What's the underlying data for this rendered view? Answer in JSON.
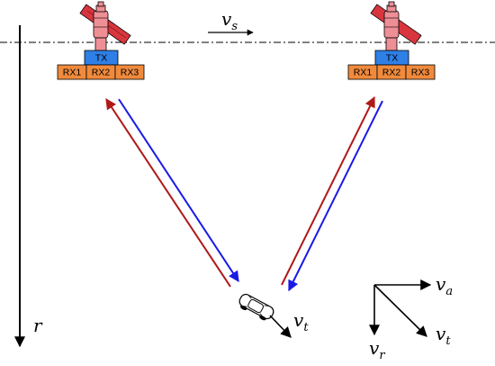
{
  "velocity_labels": {
    "satellite": {
      "symbol": "v",
      "subscript": "s"
    },
    "target": {
      "symbol": "v",
      "subscript": "t"
    },
    "azimuth": {
      "symbol": "v",
      "subscript": "a"
    },
    "radial": {
      "symbol": "v",
      "subscript": "r"
    },
    "total": {
      "symbol": "v",
      "subscript": "t"
    }
  },
  "range_axis_label": "r",
  "satellites": [
    {
      "tx": "TX",
      "rx": [
        "RX1",
        "RX2",
        "RX3"
      ]
    },
    {
      "tx": "TX",
      "rx": [
        "RX1",
        "RX2",
        "RX3"
      ]
    }
  ],
  "colors": {
    "tx_box": "#2e7fe6",
    "rx_box": "#f08a3c",
    "satellite_body": "#ee8f95",
    "solar_panel": "#d9353e",
    "transmit_ray": "#1a1ae6",
    "return_ray": "#b01818",
    "car_body": "#ffffff"
  }
}
